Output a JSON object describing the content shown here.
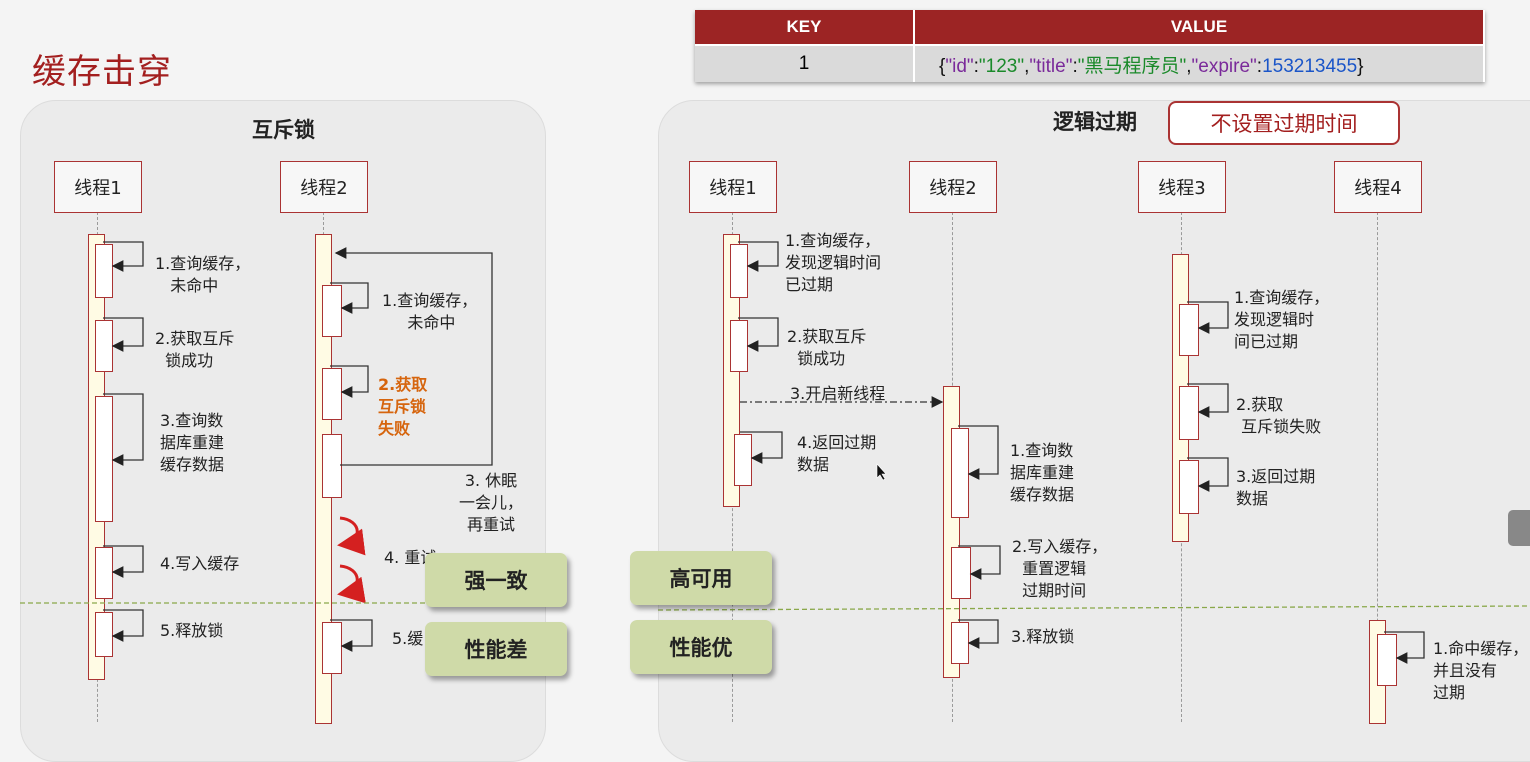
{
  "slide_title": "缓存击穿",
  "table": {
    "headers": {
      "key": "KEY",
      "value": "VALUE"
    },
    "row": {
      "key": "1",
      "value_tokens": [
        "{",
        "\"id\"",
        ":",
        "\"123\"",
        ",",
        "\"title\"",
        ":",
        "\"黑马程序员\"",
        ",",
        "\"expire\"",
        ":",
        "153213455",
        "}"
      ]
    }
  },
  "left_panel": {
    "title": "互斥锁",
    "lifelines": [
      "线程1",
      "线程2"
    ],
    "t1_steps": [
      "1.查询缓存，\n   未命中",
      "2.获取互斥\n  锁成功",
      "3.查询数\n据库重建\n缓存数据",
      "4.写入缓存",
      "5.释放锁"
    ],
    "t2_steps": {
      "s1": "1.查询缓存，\n     未命中",
      "s2": "2.获取\n互斥锁\n失败",
      "s3": "3. 休眠\n一会儿，\n再重试",
      "s4": "4. 重试",
      "s5": "5.缓"
    }
  },
  "right_panel": {
    "title": "逻辑过期",
    "tag": "不设置过期时间",
    "lifelines": [
      "线程1",
      "线程2",
      "线程3",
      "线程4"
    ],
    "t1_steps": [
      "1.查询缓存，\n发现逻辑时间\n已过期",
      "2.获取互斥\n  锁成功",
      "3.开启新线程",
      "4.返回过期\n数据"
    ],
    "t2_steps": [
      "1.查询数\n据库重建\n缓存数据",
      "2.写入缓存，\n  重置逻辑\n  过期时间",
      "3.释放锁"
    ],
    "t3_steps": [
      "1.查询缓存，\n发现逻辑时\n间已过期",
      "2.获取\n 互斥锁失败",
      "3.返回过期\n数据"
    ],
    "t4_steps": [
      "1.命中缓存，\n并且没有\n过期"
    ]
  },
  "badges": {
    "strong": "强一致",
    "poor": "性能差",
    "high": "高可用",
    "good": "性能优"
  },
  "colors": {
    "title_red": "#a31f1f",
    "header_red": "#9c2424",
    "badge_green": "#cfdaa8",
    "orange": "#d6650e",
    "retry_red": "#d42020",
    "divider": "#8aa84a"
  }
}
